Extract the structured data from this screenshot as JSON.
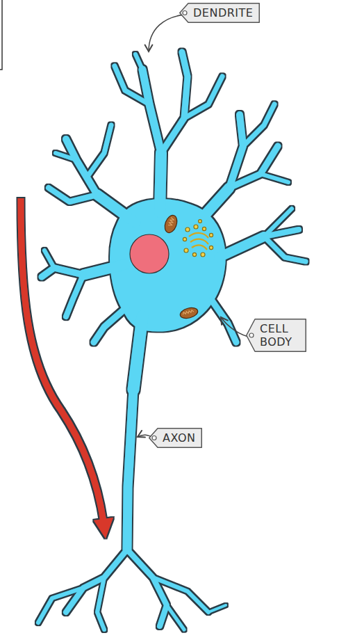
{
  "diagram": {
    "labels": [
      "DENDRITE",
      "CELL BODY",
      "AXON"
    ]
  }
}
